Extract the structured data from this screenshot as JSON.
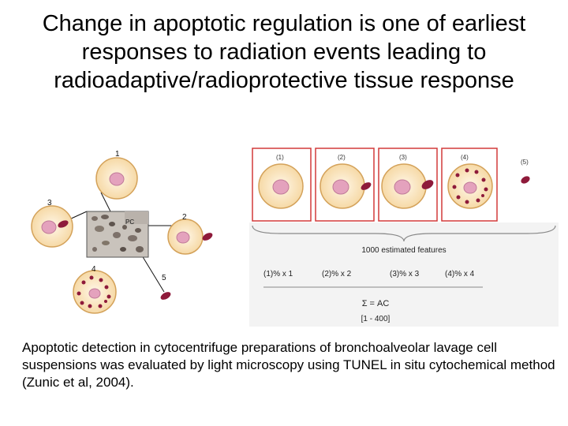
{
  "slide": {
    "title": "Change in apoptotic regulation is one of earliest responses to radiation events leading to radioadaptive/radioprotective tissue response",
    "caption": "Apoptotic detection in cytocentrifuge preparations of bronchoalveolar lavage cell suspensions was evaluated by light microscopy using TUNEL in situ cytochemical method (Zunic et al, 2004)."
  },
  "left_figure": {
    "labels": {
      "n1": "1",
      "n2": "2",
      "n3": "3",
      "n4": "4",
      "n5": "5",
      "micro": "PC"
    }
  },
  "right_figure": {
    "panels": [
      "(1)",
      "(2)",
      "(3)",
      "(4)",
      "(5)"
    ],
    "features_label": "1000 estimated features",
    "multipliers": [
      "(1)% x 1",
      "(2)% x 2",
      "(3)% x 3",
      "(4)% x 4"
    ],
    "sum_label": "Σ = AC",
    "range_label": "[1 - 400]"
  },
  "colors": {
    "cell_fill": "#fbe8c8",
    "cell_border": "#d4a25a",
    "nucleus": "#e4a2bd",
    "apoptotic_body": "#8e1a3a",
    "panel_border": "#d23a3a"
  }
}
